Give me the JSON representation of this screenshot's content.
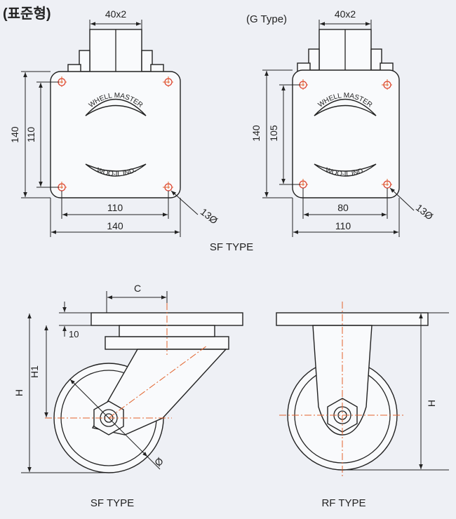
{
  "header": {
    "title": "(표준형)"
  },
  "top_left": {
    "dim_top": "40x2",
    "dim_left_outer": "140",
    "dim_left_inner": "110",
    "dim_bottom_inner": "110",
    "dim_bottom_outer": "140",
    "hole": "13Ø",
    "plate_text_top": "WHELL MASTER",
    "plate_text_bottom": "WOO-IL IND."
  },
  "top_right": {
    "label": "(G Type)",
    "dim_top": "40x2",
    "dim_left_outer": "140",
    "dim_left_inner": "105",
    "dim_bottom_inner": "80",
    "dim_bottom_outer": "110",
    "hole": "13Ø",
    "plate_text_top": "WHELL MASTER",
    "plate_text_bottom": "WOO-IL IND."
  },
  "top_caption": "SF TYPE",
  "bottom_left": {
    "dim_c": "C",
    "dim_10": "10",
    "dim_h1": "H1",
    "dim_h": "H",
    "dim_diameter": "Ø",
    "caption": "SF TYPE"
  },
  "bottom_right": {
    "dim_h": "H",
    "caption": "RF TYPE"
  },
  "colors": {
    "centerline": "#e2622b",
    "line": "#222222",
    "background": "#eef0f5"
  }
}
